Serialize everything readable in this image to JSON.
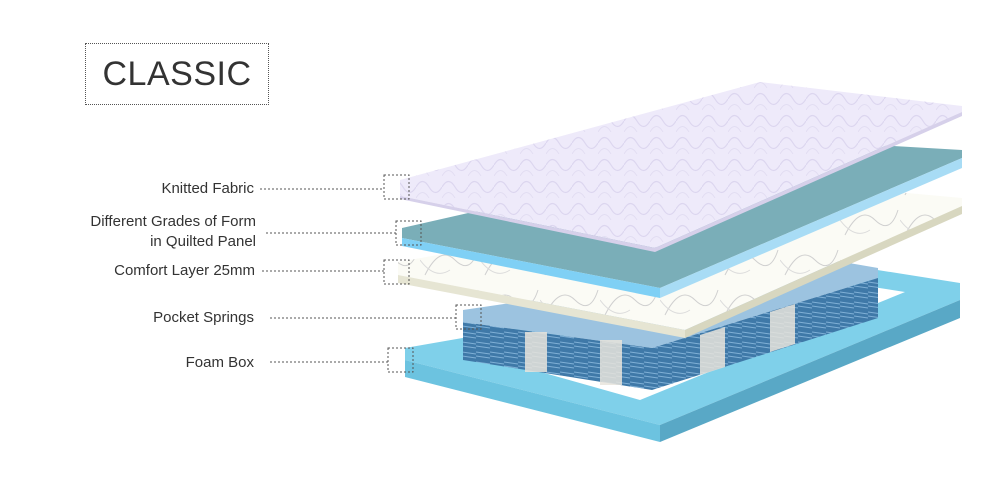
{
  "title": "CLASSIC",
  "layers": [
    {
      "label": "Knitted Fabric"
    },
    {
      "label_line1": "Different Grades of Form",
      "label_line2": "in Quilted Panel"
    },
    {
      "label": "Comfort Layer 25mm"
    },
    {
      "label": "Pocket Springs"
    },
    {
      "label": "Foam Box"
    }
  ],
  "colors": {
    "fabric": "#eeeafa",
    "panel_top": "#7aaeb8",
    "panel_edge": "#7fd0f5",
    "comfort": "#fbfbf5",
    "comfort_edge": "#d8d7c0",
    "springs": "#3f79a8",
    "foam_top": "#7fd0ea",
    "foam_side": "#5fb2d0"
  }
}
